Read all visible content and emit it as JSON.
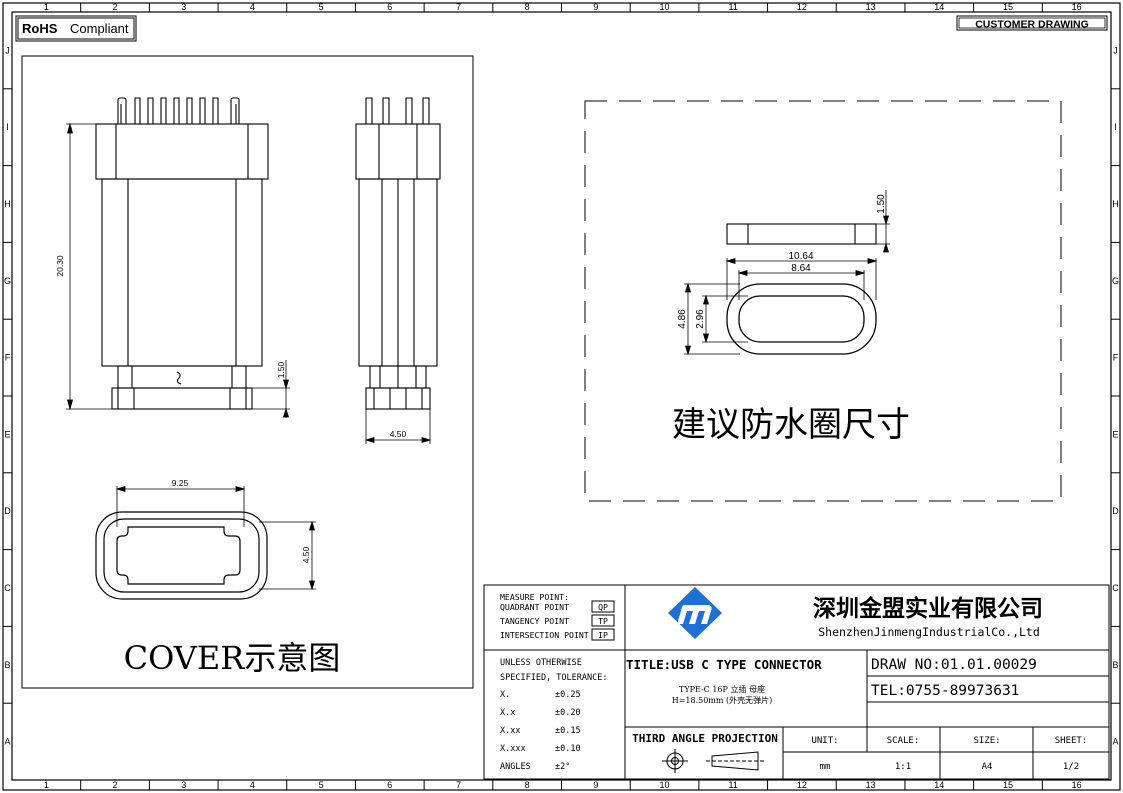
{
  "header": {
    "rohs_bold": "RoHS",
    "rohs_text": "Compliant",
    "drawing_type": "CUSTOMER DRAWING"
  },
  "frame": {
    "col_numbers": [
      "1",
      "2",
      "3",
      "4",
      "5",
      "6",
      "7",
      "8",
      "9",
      "10",
      "11",
      "12",
      "13",
      "14",
      "15",
      "16"
    ],
    "row_letters_top_to_bottom": [
      "J",
      "I",
      "H",
      "G",
      "F",
      "E",
      "D",
      "C",
      "B",
      "A"
    ]
  },
  "cover_view": {
    "dims": {
      "height": "20.30",
      "pin_step": "1.50",
      "side_width": "4.50",
      "cover_width": "9.25",
      "cover_height": "4.50"
    },
    "caption": "COVER示意图"
  },
  "gasket_view": {
    "dims": {
      "thickness": "1.50",
      "outer_width": "10.64",
      "inner_width": "8.64",
      "outer_height": "4.86",
      "inner_height": "2.96"
    },
    "caption": "建议防水圈尺寸"
  },
  "title_block": {
    "measure": {
      "heading": "MEASURE POINT:",
      "rows": [
        {
          "label": "QUADRANT POINT",
          "code": "QP"
        },
        {
          "label": "TANGENCY POINT",
          "code": "TP"
        },
        {
          "label": "INTERSECTION POINT",
          "code": "IP"
        }
      ]
    },
    "company_cn": "深圳金盟实业有限公司",
    "company_en": "ShenzhenJinmengIndustrialCo.,Ltd",
    "tolerance": {
      "heading1": "UNLESS OTHERWISE",
      "heading2": "SPECIFIED, TOLERANCE:",
      "rows": [
        {
          "k": "X.",
          "v": "±0.25"
        },
        {
          "k": "X.x",
          "v": "±0.20"
        },
        {
          "k": "X.xx",
          "v": "±0.15"
        },
        {
          "k": "X.xxx",
          "v": "±0.10"
        },
        {
          "k": "ANGLES",
          "v": "±2°"
        }
      ]
    },
    "title": "TITLE:USB C TYPE CONNECTOR",
    "subtitle1": "TYPE-C 16P 立插 母座",
    "subtitle2": "H=18.50mm (外壳无弹片)",
    "draw_no": "DRAW NO:01.01.00029",
    "tel": "TEL:0755-89973631",
    "projection": "THIRD ANGLE PROJECTION",
    "unit_label": "UNIT:",
    "unit_value": "mm",
    "scale_label": "SCALE:",
    "scale_value": "1:1",
    "size_label": "SIZE:",
    "size_value": "A4",
    "sheet_label": "SHEET:",
    "sheet_value": "1/2"
  }
}
